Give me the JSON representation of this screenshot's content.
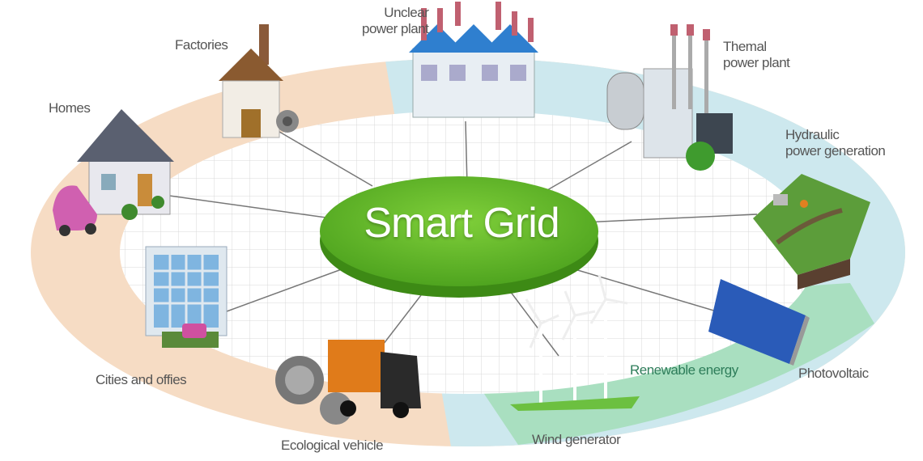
{
  "diagram": {
    "title": "Smart Grid",
    "colors": {
      "consumer_ring": "#f6dcc4",
      "generation_ring": "#cde8ee",
      "renewable_band": "#a9dfc0",
      "hub": "#6cbf2e",
      "grid_floor": "#ffffff",
      "label_text": "#555555",
      "renewable_text": "#2e7d5a"
    },
    "nodes": [
      {
        "id": "unclear-power-plant",
        "label_line1": "Unclear",
        "label_line2": "power plant",
        "icon": "nuclear-plant-icon",
        "sector": "generation"
      },
      {
        "id": "thermal-power-plant",
        "label_line1": "Themal",
        "label_line2": "power plant",
        "icon": "thermal-plant-icon",
        "sector": "generation"
      },
      {
        "id": "hydraulic-power-generation",
        "label_line1": "Hydraulic",
        "label_line2": "power generation",
        "icon": "hydro-dam-icon",
        "sector": "generation"
      },
      {
        "id": "photovoltaic",
        "label_line1": "Photovoltaic",
        "icon": "solar-panel-icon",
        "sector": "renewable"
      },
      {
        "id": "wind-generator",
        "label_line1": "Wind generator",
        "icon": "wind-turbine-icon",
        "sector": "renewable"
      },
      {
        "id": "ecological-vehicle",
        "label_line1": "Ecological vehicle",
        "icon": "truck-icon",
        "sector": "consumer"
      },
      {
        "id": "cities-and-offices",
        "label_line1": "Cities and offies",
        "icon": "office-building-icon",
        "sector": "consumer"
      },
      {
        "id": "homes",
        "label_line1": "Homes",
        "icon": "house-icon",
        "sector": "consumer"
      },
      {
        "id": "factories",
        "label_line1": "Factories",
        "icon": "factory-icon",
        "sector": "consumer"
      }
    ],
    "region_labels": {
      "renewable": "Renewable energy"
    }
  }
}
